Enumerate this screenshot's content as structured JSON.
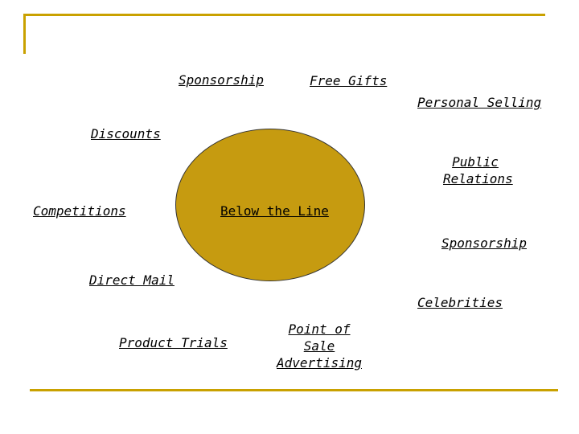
{
  "colors": {
    "frame": "#c9a100",
    "ellipse_fill": "#c69b10",
    "text": "#000000"
  },
  "center": {
    "label": "Below the Line"
  },
  "items": [
    {
      "id": "sponsorship-top",
      "text": "Sponsorship"
    },
    {
      "id": "free-gifts",
      "text": "Free Gifts"
    },
    {
      "id": "personal-selling",
      "text": "Personal Selling"
    },
    {
      "id": "discounts",
      "text": "Discounts"
    },
    {
      "id": "public-relations",
      "text": "Public\nRelations"
    },
    {
      "id": "competitions",
      "text": "Competitions"
    },
    {
      "id": "sponsorship-right",
      "text": "Sponsorship"
    },
    {
      "id": "direct-mail",
      "text": "Direct Mail"
    },
    {
      "id": "celebrities",
      "text": "Celebrities"
    },
    {
      "id": "product-trials",
      "text": "Product Trials"
    },
    {
      "id": "point-of-sale",
      "text": "Point of Sale\nAdvertising"
    }
  ]
}
